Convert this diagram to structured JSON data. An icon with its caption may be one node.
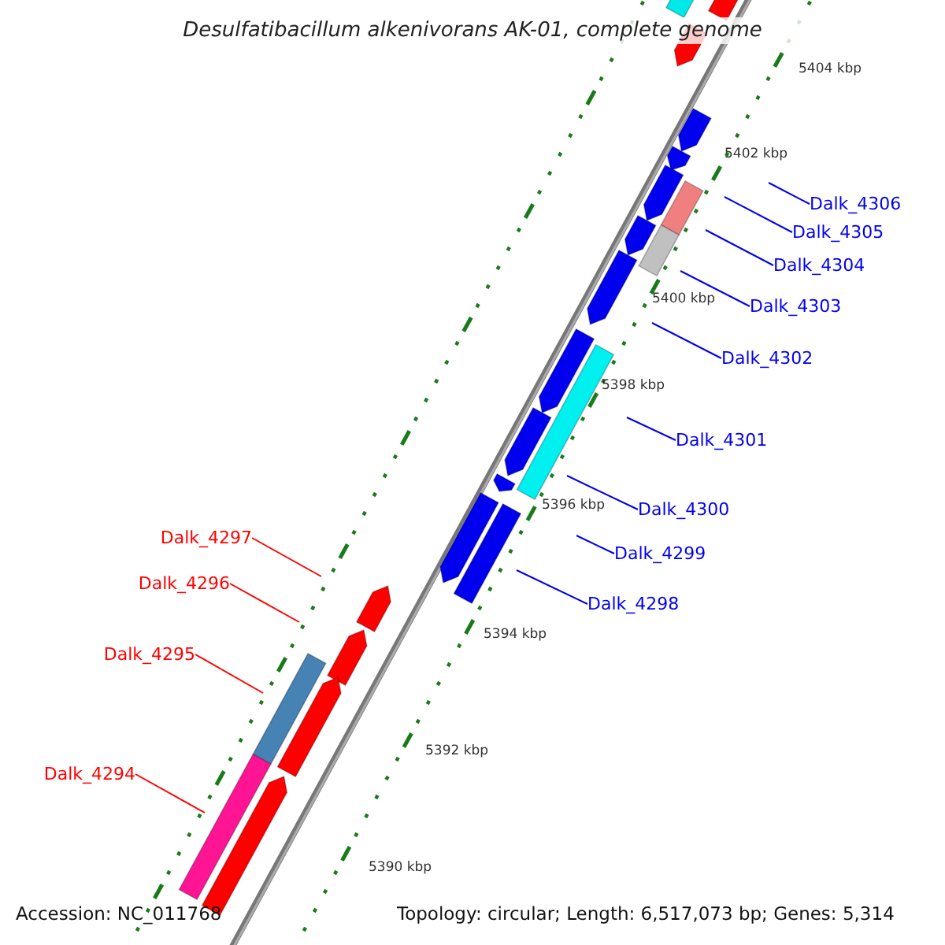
{
  "diagram": {
    "title": "Desulfatibacillum alkenivorans AK-01, complete genome",
    "nodes": [
      {
        "text": [
          "Dalk_4306"
        ]
      },
      {
        "text": [
          "Dalk_4305"
        ]
      },
      {
        "text": [
          "Dalk_4304"
        ]
      },
      {
        "text": [
          "Dalk_4303"
        ]
      },
      {
        "text": [
          "Dalk_4302"
        ]
      },
      {
        "text": [
          "Dalk_4301"
        ]
      },
      {
        "text": [
          "Dalk_4300"
        ]
      },
      {
        "text": [
          "Dalk_4297"
        ]
      },
      {
        "text": [
          "Dalk_4299"
        ]
      },
      {
        "text": [
          "Dalk_4296"
        ]
      },
      {
        "text": [
          "Dalk_4298"
        ]
      },
      {
        "text": [
          "Dalk_4295"
        ]
      },
      {
        "text": [
          "Dalk_4294"
        ]
      }
    ],
    "edges": [
      {
        "from": 0,
        "to": null,
        "arrow": "none"
      },
      {
        "from": 1,
        "to": null,
        "arrow": "none"
      },
      {
        "from": 2,
        "to": null,
        "arrow": "none"
      },
      {
        "from": 3,
        "to": null,
        "arrow": "none"
      },
      {
        "from": 4,
        "to": null,
        "arrow": "none"
      },
      {
        "from": 5,
        "to": null,
        "arrow": "none"
      },
      {
        "from": 6,
        "to": null,
        "arrow": "none"
      },
      {
        "from": 7,
        "to": null,
        "arrow": "none",
        "color": "#ff0000"
      },
      {
        "from": 8,
        "to": null,
        "arrow": "none"
      },
      {
        "from": 9,
        "to": null,
        "arrow": "none",
        "color": "#ff0000"
      },
      {
        "from": 10,
        "to": null,
        "arrow": "none"
      },
      {
        "from": 11,
        "to": null,
        "arrow": "none",
        "color": "#ff0000"
      },
      {
        "from": 12,
        "to": null,
        "arrow": "none",
        "color": "#ff0000"
      }
    ],
    "labels": [
      "5404 kbp",
      "5402 kbp",
      "5400 kbp",
      "5398 kbp",
      "5396 kbp",
      "5394 kbp",
      "5392 kbp",
      "5390 kbp",
      "Accession: NC_011768",
      "Topology: circular; Length: 6,517,073 bp; Genes: 5,314"
    ]
  }
}
